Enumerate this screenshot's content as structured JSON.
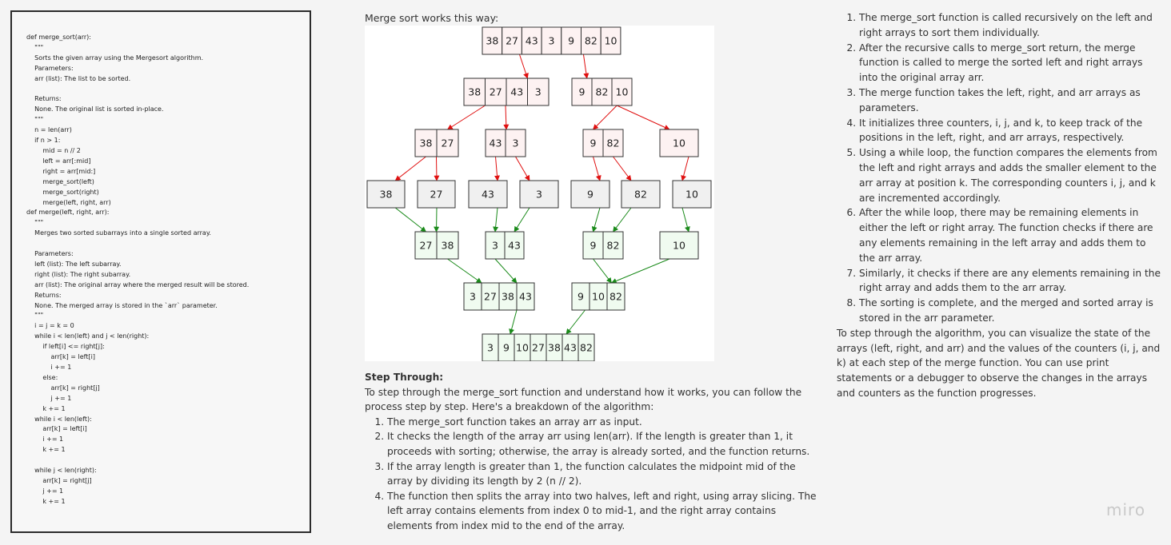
{
  "code": {
    "text": "def merge_sort(arr):\n    \"\"\"\n    Sorts the given array using the Mergesort algorithm.\n    Parameters:\n    arr (list): The list to be sorted.\n\n    Returns:\n    None. The original list is sorted in-place.\n    \"\"\"\n    n = len(arr)\n    if n > 1:\n        mid = n // 2\n        left = arr[:mid]\n        right = arr[mid:]\n        merge_sort(left)\n        merge_sort(right)\n        merge(left, right, arr)\ndef merge(left, right, arr):\n    \"\"\"\n    Merges two sorted subarrays into a single sorted array.\n\n    Parameters:\n    left (list): The left subarray.\n    right (list): The right subarray.\n    arr (list): The original array where the merged result will be stored.\n    Returns:\n    None. The merged array is stored in the `arr` parameter.\n    \"\"\"\n    i = j = k = 0\n    while i < len(left) and j < len(right):\n        if left[i] <= right[j]:\n            arr[k] = left[i]\n            i += 1\n        else:\n            arr[k] = right[j]\n            j += 1\n        k += 1\n    while i < len(left):\n        arr[k] = left[i]\n        i += 1\n        k += 1\n\n    while j < len(right):\n        arr[k] = right[j]\n        j += 1\n        k += 1"
  },
  "diagram": {
    "title": "Merge sort works this way:",
    "colors": {
      "split_fill": "#fdf2f2",
      "split_edge": "#e01010",
      "single_fill": "#f0f0f0",
      "merge_fill": "#f0fbf0",
      "merge_edge": "#1a8a1a",
      "stroke": "#333333"
    },
    "nodes": [
      {
        "id": "r0",
        "kind": "split",
        "values": [
          "38",
          "27",
          "43",
          "3",
          "9",
          "82",
          "10"
        ]
      },
      {
        "id": "s1",
        "kind": "split",
        "values": [
          "38",
          "27",
          "43",
          "3"
        ]
      },
      {
        "id": "s2",
        "kind": "split",
        "values": [
          "9",
          "82",
          "10"
        ]
      },
      {
        "id": "s11",
        "kind": "split",
        "values": [
          "38",
          "27"
        ]
      },
      {
        "id": "s12",
        "kind": "split",
        "values": [
          "43",
          "3"
        ]
      },
      {
        "id": "s21",
        "kind": "split",
        "values": [
          "9",
          "82"
        ]
      },
      {
        "id": "s22",
        "kind": "split",
        "values": [
          "10"
        ]
      },
      {
        "id": "l1",
        "kind": "single",
        "values": [
          "38"
        ]
      },
      {
        "id": "l2",
        "kind": "single",
        "values": [
          "27"
        ]
      },
      {
        "id": "l3",
        "kind": "single",
        "values": [
          "43"
        ]
      },
      {
        "id": "l4",
        "kind": "single",
        "values": [
          "3"
        ]
      },
      {
        "id": "l5",
        "kind": "single",
        "values": [
          "9"
        ]
      },
      {
        "id": "l6",
        "kind": "single",
        "values": [
          "82"
        ]
      },
      {
        "id": "l7",
        "kind": "single",
        "values": [
          "10"
        ]
      },
      {
        "id": "m1",
        "kind": "merge",
        "values": [
          "27",
          "38"
        ]
      },
      {
        "id": "m2",
        "kind": "merge",
        "values": [
          "3",
          "43"
        ]
      },
      {
        "id": "m3",
        "kind": "merge",
        "values": [
          "9",
          "82"
        ]
      },
      {
        "id": "m4",
        "kind": "merge",
        "values": [
          "10"
        ]
      },
      {
        "id": "m12",
        "kind": "merge",
        "values": [
          "3",
          "27",
          "38",
          "43"
        ]
      },
      {
        "id": "m34",
        "kind": "merge",
        "values": [
          "9",
          "10",
          "82"
        ]
      },
      {
        "id": "f",
        "kind": "merge",
        "values": [
          "3",
          "9",
          "10",
          "27",
          "38",
          "43",
          "82"
        ]
      }
    ],
    "edges": [
      {
        "from": "r0",
        "to": "s1",
        "kind": "split"
      },
      {
        "from": "r0",
        "to": "s2",
        "kind": "split"
      },
      {
        "from": "s1",
        "to": "s11",
        "kind": "split"
      },
      {
        "from": "s1",
        "to": "s12",
        "kind": "split"
      },
      {
        "from": "s2",
        "to": "s21",
        "kind": "split"
      },
      {
        "from": "s2",
        "to": "s22",
        "kind": "split"
      },
      {
        "from": "s11",
        "to": "l1",
        "kind": "split"
      },
      {
        "from": "s11",
        "to": "l2",
        "kind": "split"
      },
      {
        "from": "s12",
        "to": "l3",
        "kind": "split"
      },
      {
        "from": "s12",
        "to": "l4",
        "kind": "split"
      },
      {
        "from": "s21",
        "to": "l5",
        "kind": "split"
      },
      {
        "from": "s21",
        "to": "l6",
        "kind": "split"
      },
      {
        "from": "s22",
        "to": "l7",
        "kind": "split"
      },
      {
        "from": "l1",
        "to": "m1",
        "kind": "merge"
      },
      {
        "from": "l2",
        "to": "m1",
        "kind": "merge"
      },
      {
        "from": "l3",
        "to": "m2",
        "kind": "merge"
      },
      {
        "from": "l4",
        "to": "m2",
        "kind": "merge"
      },
      {
        "from": "l5",
        "to": "m3",
        "kind": "merge"
      },
      {
        "from": "l6",
        "to": "m3",
        "kind": "merge"
      },
      {
        "from": "l7",
        "to": "m4",
        "kind": "merge"
      },
      {
        "from": "m1",
        "to": "m12",
        "kind": "merge"
      },
      {
        "from": "m2",
        "to": "m12",
        "kind": "merge"
      },
      {
        "from": "m3",
        "to": "m34",
        "kind": "merge"
      },
      {
        "from": "m4",
        "to": "m34",
        "kind": "merge"
      },
      {
        "from": "m12",
        "to": "f",
        "kind": "merge"
      },
      {
        "from": "m34",
        "to": "f",
        "kind": "merge"
      }
    ]
  },
  "step_through": {
    "heading": "Step Through:",
    "intro": "To step through the merge_sort function and understand how it works, you can follow the process step by step. Here's a breakdown of the algorithm:",
    "items": [
      "The merge_sort function takes an array arr as input.",
      "It checks the length of the array arr using len(arr). If the length is greater than 1, it proceeds with sorting; otherwise, the array is already sorted, and the function returns.",
      "If the array length is greater than 1, the function calculates the midpoint mid of the array by dividing its length by 2 (n // 2).",
      "The function then splits the array into two halves, left and right, using array slicing. The left array contains elements from index 0 to mid-1, and the right array contains elements from index mid to the end of the array."
    ]
  },
  "right_column": {
    "items": [
      "The merge_sort function is called recursively on the left and right arrays to sort them individually.",
      "After the recursive calls to merge_sort return, the merge function is called to merge the sorted left and right arrays into the original array arr.",
      "The merge function takes the left, right, and arr arrays as parameters.",
      "It initializes three counters, i, j, and k, to keep track of the positions in the left, right, and arr arrays, respectively.",
      "Using a while loop, the function compares the elements from the left and right arrays and adds the smaller element to the arr array at position k. The corresponding counters i, j, and k are incremented accordingly.",
      "After the while loop, there may be remaining elements in either the left or right array. The function checks if there are any elements remaining in the left array and adds them to the arr array.",
      "Similarly, it checks if there are any elements remaining in the right array and adds them to the arr array.",
      "The sorting is complete, and the merged and sorted array is stored in the arr parameter."
    ],
    "closing": "To step through the algorithm, you can visualize the state of the arrays (left, right, and arr) and the values of the counters (i, j, and k) at each step of the merge function. You can use print statements or a debugger to observe the changes in the arrays and counters as the function progresses."
  },
  "watermark": "miro"
}
